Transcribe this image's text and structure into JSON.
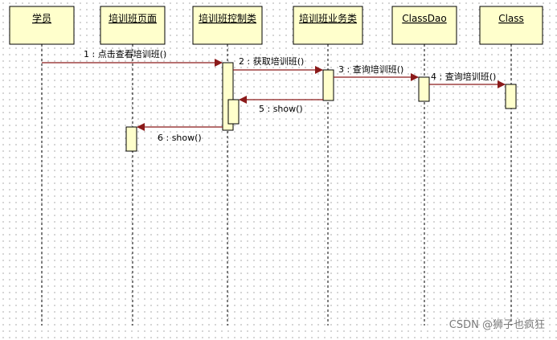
{
  "diagram": {
    "type": "sequence",
    "objects": [
      {
        "id": "o1",
        "label": "学员"
      },
      {
        "id": "o2",
        "label": "培训班页面"
      },
      {
        "id": "o3",
        "label": "培训班控制类"
      },
      {
        "id": "o4",
        "label": "培训班业务类"
      },
      {
        "id": "o5",
        "label": "ClassDao"
      },
      {
        "id": "o6",
        "label": "Class"
      }
    ],
    "messages": [
      {
        "label": "1 : 点击查看培训班()",
        "from": "o1",
        "to": "o3",
        "kind": "call"
      },
      {
        "label": "2 : 获取培训班()",
        "from": "o3",
        "to": "o4",
        "kind": "call"
      },
      {
        "label": "3 : 查询培训班()",
        "from": "o4",
        "to": "o5",
        "kind": "call"
      },
      {
        "label": "4 : 查询培训班()",
        "from": "o5",
        "to": "o6",
        "kind": "call"
      },
      {
        "label": "5 : show()",
        "from": "o4",
        "to": "o3",
        "kind": "call"
      },
      {
        "label": "6 : show()",
        "from": "o3",
        "to": "o2",
        "kind": "call"
      }
    ],
    "colors": {
      "object_fill": "#ffffcc",
      "activation_fill": "#ffffcc",
      "arrow": "#8b1a1a",
      "border": "#000000"
    }
  },
  "watermark": "CSDN @狮子也疯狂"
}
